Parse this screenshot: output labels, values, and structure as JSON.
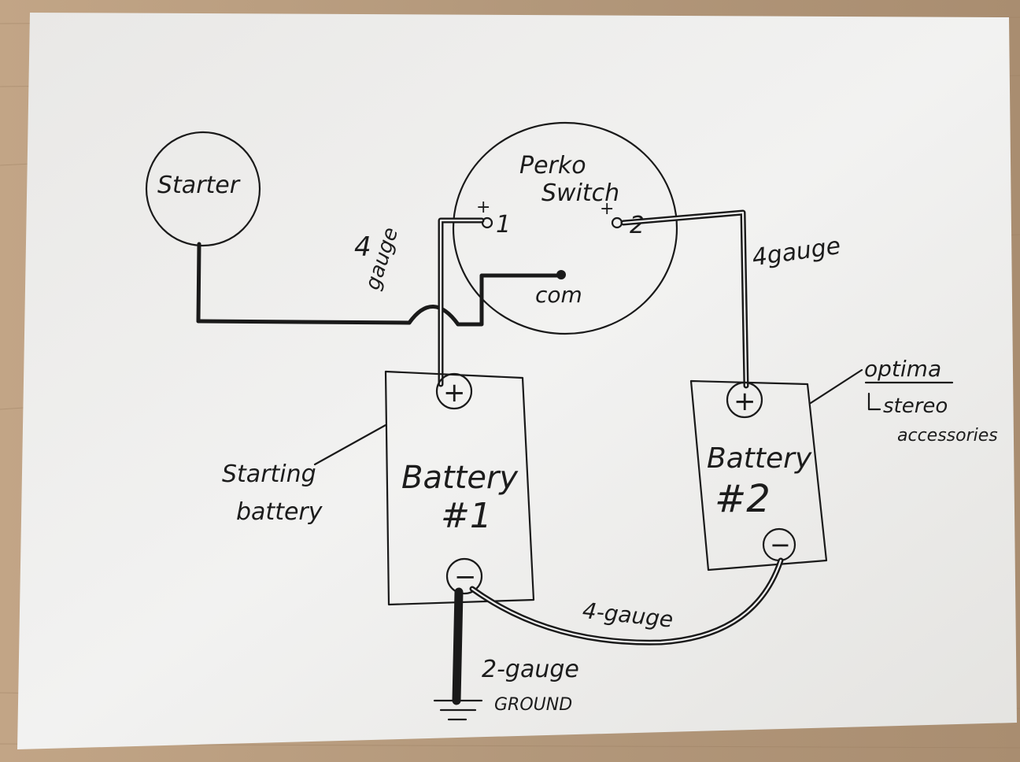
{
  "labels": {
    "starter": "Starter",
    "perko_line1": "Perko",
    "perko_line2": "Switch",
    "terminal_1": "1",
    "terminal_2": "2",
    "terminal_1_plus": "+",
    "terminal_2_plus": "+",
    "common": "com",
    "gauge_left_1": "4",
    "gauge_left_2": "gauge",
    "gauge_right": "4gauge",
    "battery1_line1": "Battery",
    "battery1_line2": "#1",
    "battery2_line1": "Battery",
    "battery2_line2": "#2",
    "plus_symbol": "+",
    "minus_symbol": "−",
    "starting_battery_1": "Starting",
    "starting_battery_2": "battery",
    "optima_1": "optima",
    "optima_2": "stereo",
    "optima_3": "accessories",
    "gauge_bottom": "4-gauge",
    "ground_1": "2-gauge",
    "ground_2": "GROUND"
  }
}
